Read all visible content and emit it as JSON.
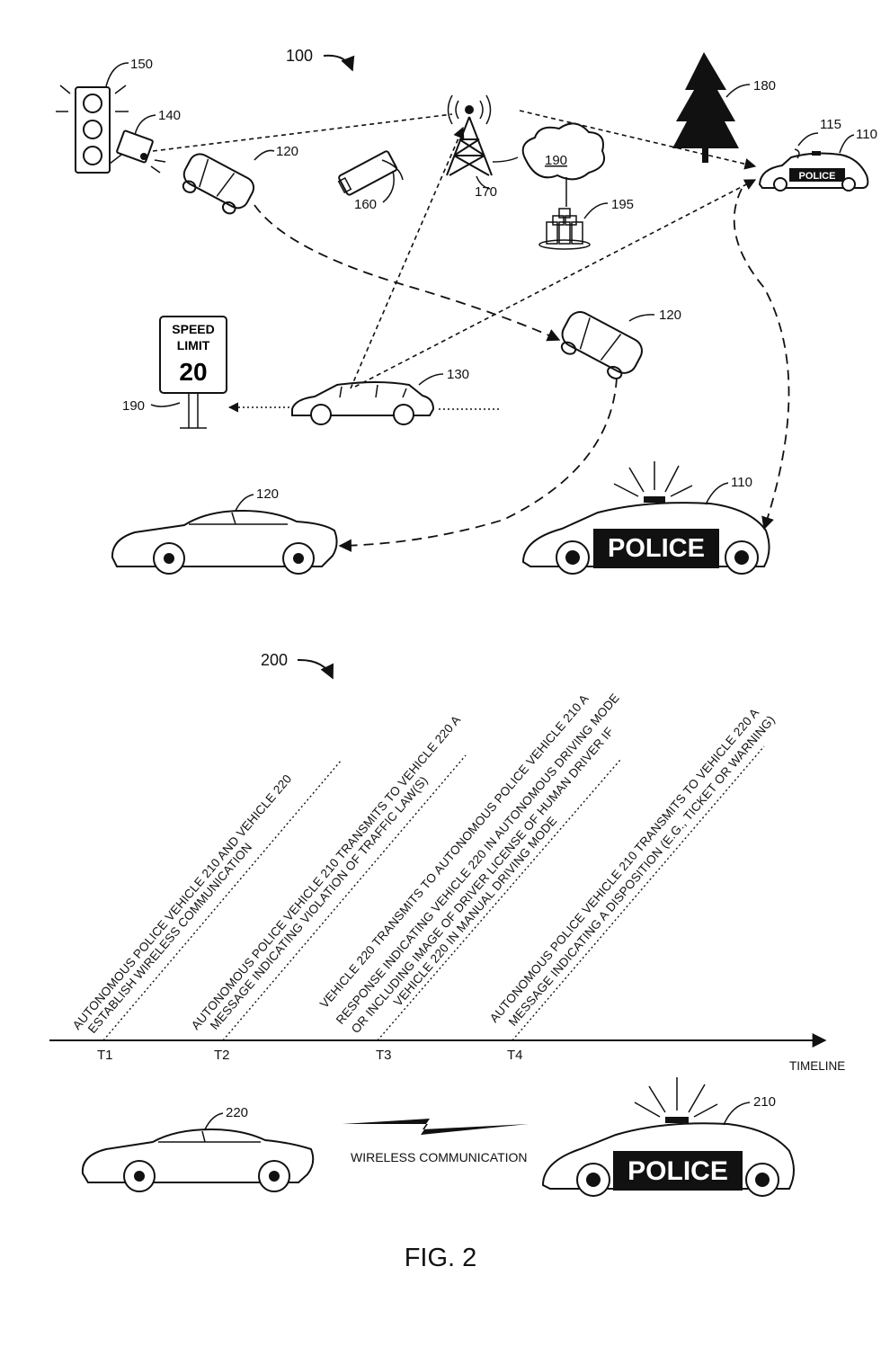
{
  "fig1": {
    "ref_system": "100",
    "ref_traffic_light": "150",
    "ref_camera": "140",
    "ref_car_top_left": "120",
    "ref_roadside_camera": "160",
    "ref_tower": "170",
    "ref_network": "190",
    "ref_servers": "195",
    "ref_tree": "180",
    "ref_police_light_small": "115",
    "ref_police_small": "110",
    "ref_car_mid_right": "120",
    "ref_sedan": "130",
    "ref_sign": "190",
    "sign_line1": "SPEED",
    "sign_line2": "LIMIT",
    "sign_value": "20",
    "ref_car_bottom_left": "120",
    "ref_police_large": "110",
    "police_text": "POLICE"
  },
  "fig2": {
    "ref_diagram": "200",
    "events": [
      {
        "line1": "AUTONOMOUS POLICE VEHICLE 210 AND VEHICLE 220",
        "line2": "ESTABLISH WIRELESS COMMUNICATION",
        "line3": "",
        "line4": ""
      },
      {
        "line1": "AUTONOMOUS POLICE VEHICLE 210 TRANSMITS TO VEHICLE 220 A",
        "line2": "MESSAGE INDICATING VIOLATION OF TRAFFIC LAW(S)",
        "line3": "",
        "line4": ""
      },
      {
        "line1": "VEHICLE 220 TRANSMITS TO AUTONOMOUS POLICE VEHICLE 210 A",
        "line2": "RESPONSE INDICATING VEHICLE 220 IN AUTONOMOUS DRIVING MODE",
        "line3": "OR INCLUDING IMAGE OF DRIVER LICENSE OF HUMAN DRIVER IF",
        "line4": "VEHICLE 220 IN MANUAL DRIVING MODE"
      },
      {
        "line1": "AUTONOMOUS POLICE VEHICLE 210 TRANSMITS TO VEHICLE 220 A",
        "line2": "MESSAGE INDICATING A DISPOSITION (E.G., TICKET OR WARNING)",
        "line3": "",
        "line4": ""
      }
    ],
    "ticks": [
      "T1",
      "T2",
      "T3",
      "T4"
    ],
    "timeline_label": "TIMELINE",
    "ref_vehicle": "220",
    "ref_police": "210",
    "wireless_label": "WIRELESS COMMUNICATION",
    "police_text": "POLICE"
  },
  "figure_caption": "FIG. 2"
}
